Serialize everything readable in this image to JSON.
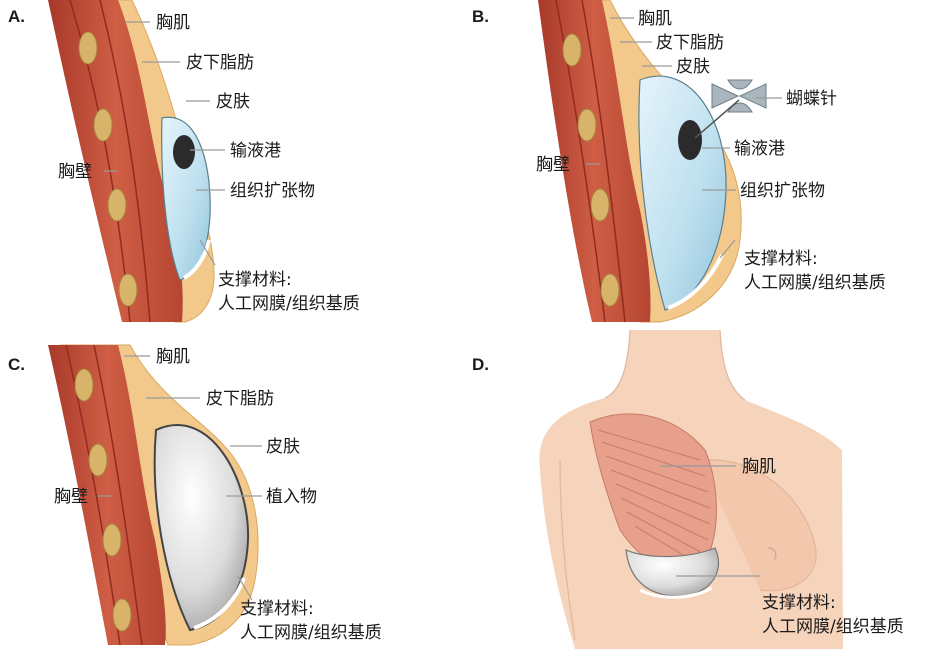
{
  "panels": {
    "a": {
      "letter": "A.",
      "labels": {
        "pectoralis": "胸肌",
        "subcutaneous_fat": "皮下脂肪",
        "skin": "皮肤",
        "port": "输液港",
        "chest_wall": "胸壁",
        "expander": "组织扩张物",
        "support_line1": "支撑材料:",
        "support_line2": "人工网膜/组织基质"
      }
    },
    "b": {
      "letter": "B.",
      "labels": {
        "pectoralis": "胸肌",
        "subcutaneous_fat": "皮下脂肪",
        "skin": "皮肤",
        "butterfly_needle": "蝴蝶针",
        "port": "输液港",
        "chest_wall": "胸壁",
        "expander": "组织扩张物",
        "support_line1": "支撑材料:",
        "support_line2": "人工网膜/组织基质"
      }
    },
    "c": {
      "letter": "C.",
      "labels": {
        "pectoralis": "胸肌",
        "subcutaneous_fat": "皮下脂肪",
        "skin": "皮肤",
        "chest_wall": "胸壁",
        "implant": "植入物",
        "support_line1": "支撑材料:",
        "support_line2": "人工网膜/组织基质"
      }
    },
    "d": {
      "letter": "D.",
      "labels": {
        "pectoralis": "胸肌",
        "support_line1": "支撑材料:",
        "support_line2": "人工网膜/组织基质"
      }
    }
  },
  "colors": {
    "skin_fat": "#f3c98b",
    "muscle": "#c8553d",
    "rib": "#d8b46a",
    "expander": "#bfe0ef",
    "implant": "#e4e4e4",
    "body_skin": "#f6d3bb"
  }
}
